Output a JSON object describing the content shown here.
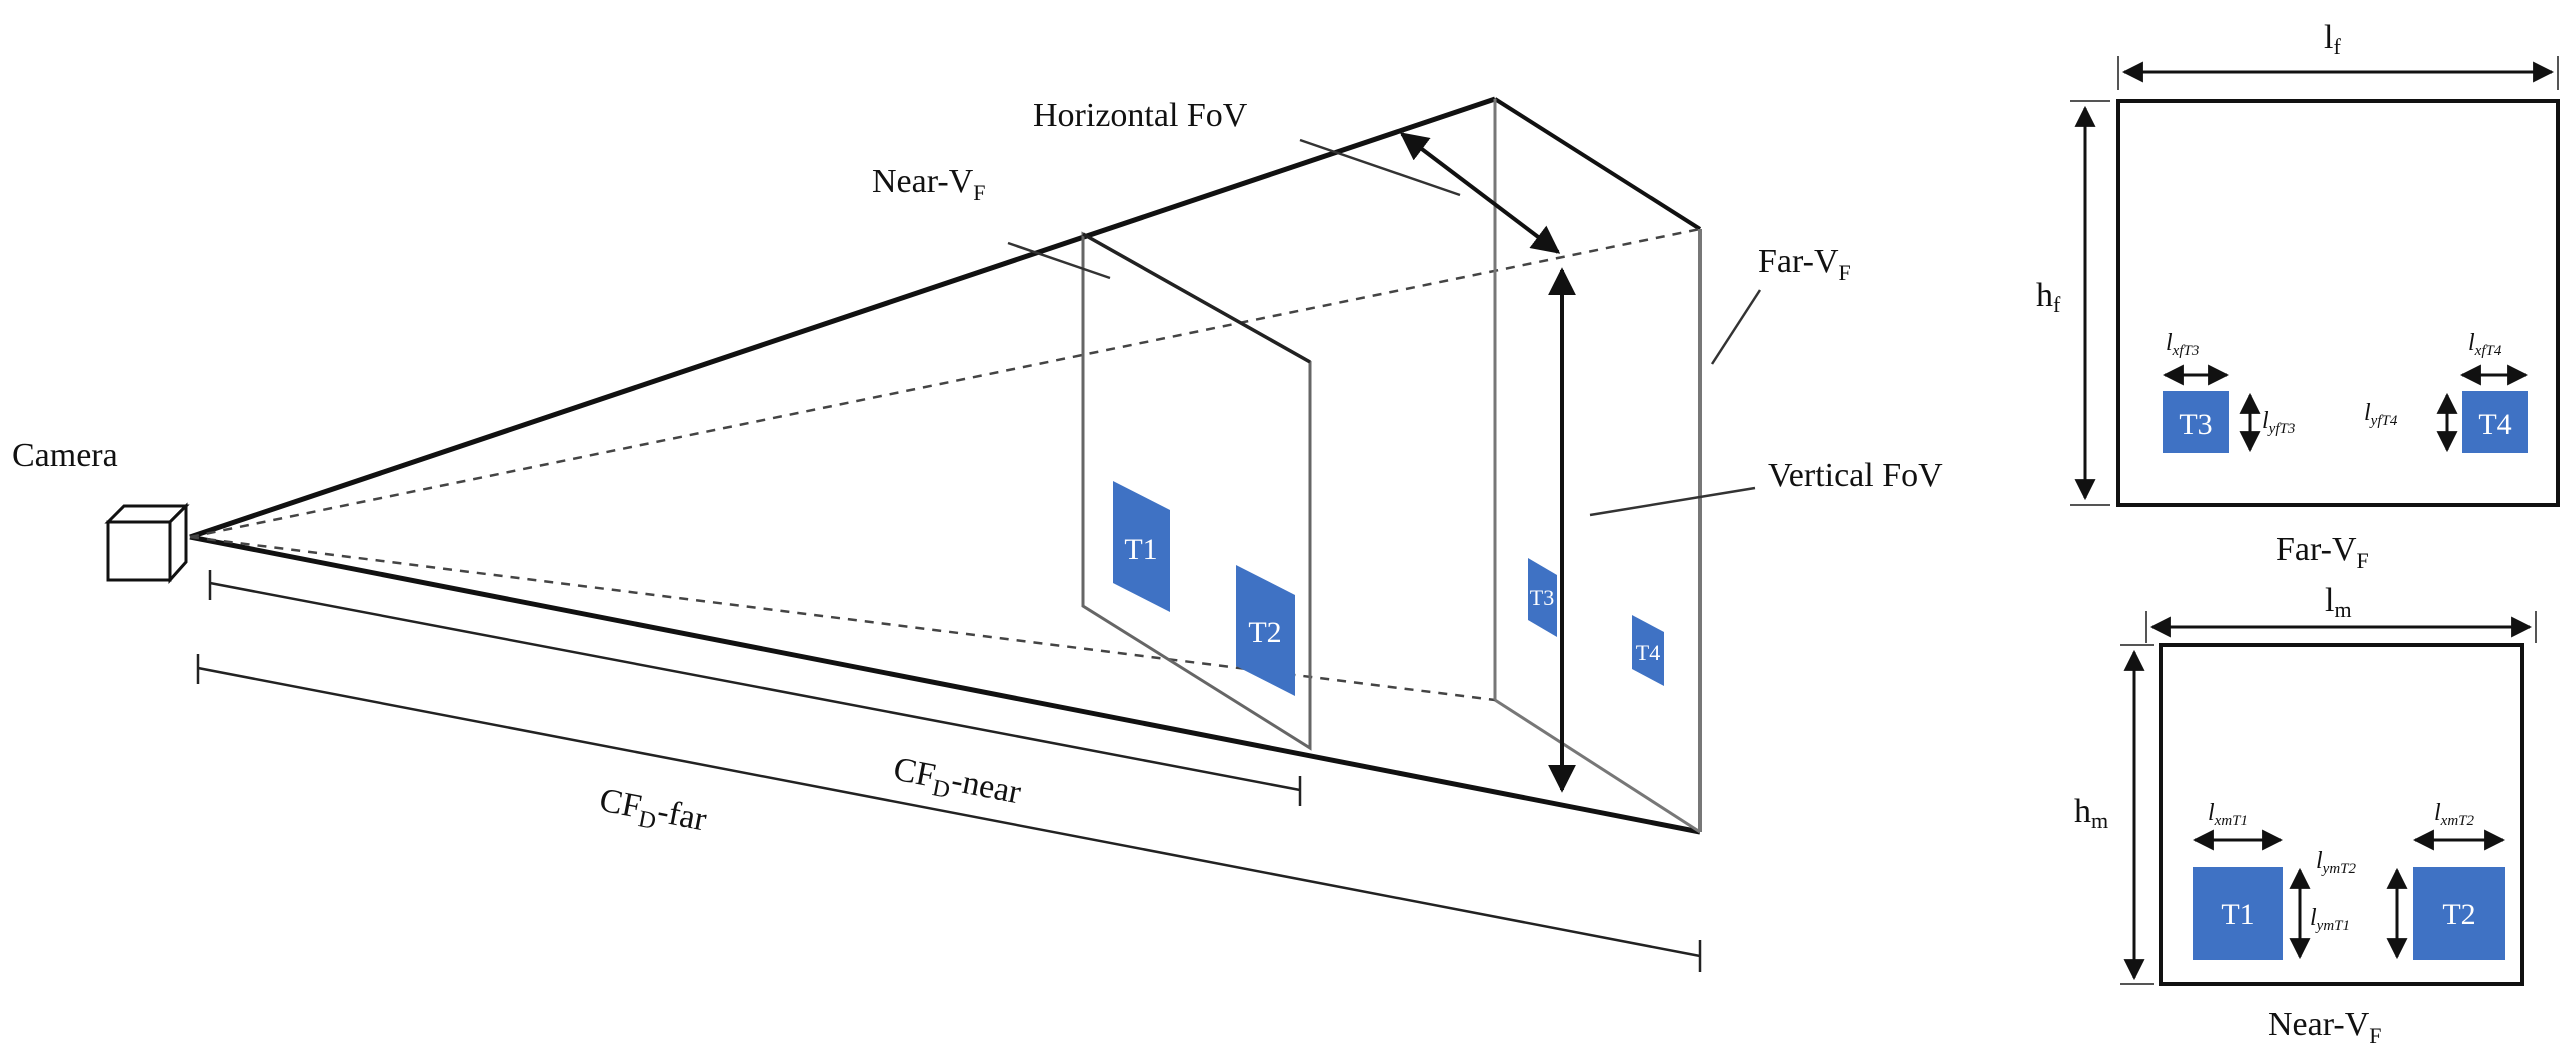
{
  "colors": {
    "target_fill": "#3f72c4",
    "line": "#111111",
    "plane_edge": "#555555"
  },
  "scene": {
    "camera": "Camera",
    "near_plane": "Near-V",
    "far_plane": "Far-V",
    "plane_sub": "F",
    "horizontal_fov": "Horizontal FoV",
    "vertical_fov": "Vertical FoV",
    "cf_near_main": "CF",
    "cf_near_sub": "D",
    "cf_near_tail": "-near",
    "cf_far_main": "CF",
    "cf_far_sub": "D",
    "cf_far_tail": "-far",
    "targets": [
      "T1",
      "T2",
      "T3",
      "T4"
    ]
  },
  "far_panel": {
    "width_main": "l",
    "width_sub": "f",
    "height_main": "h",
    "height_sub": "f",
    "caption_main": "Far-V",
    "caption_sub": "F",
    "t3": "T3",
    "t4": "T4",
    "x_t3_main": "l",
    "x_t3_sub": "xfT3",
    "y_t3_main": "l",
    "y_t3_sub": "yfT3",
    "x_t4_main": "l",
    "x_t4_sub": "xfT4",
    "y_t4_main": "l",
    "y_t4_sub": "yfT4"
  },
  "near_panel": {
    "width_main": "l",
    "width_sub": "m",
    "height_main": "h",
    "height_sub": "m",
    "caption_main": "Near-V",
    "caption_sub": "F",
    "t1": "T1",
    "t2": "T2",
    "x_t1_main": "l",
    "x_t1_sub": "xmT1",
    "y_t1_main": "l",
    "y_t1_sub": "ymT1",
    "x_t2_main": "l",
    "x_t2_sub": "xmT2",
    "y_t2_main": "l",
    "y_t2_sub": "ymT2"
  }
}
